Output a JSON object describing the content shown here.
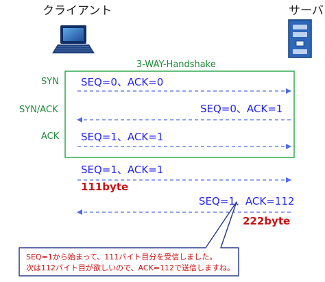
{
  "nodes": {
    "client": "クライアント",
    "server": "サーバ"
  },
  "handshake_title": "3-WAY-Handshake",
  "rows": [
    {
      "label": "SYN",
      "text": "SEQ=0、ACK=0",
      "direction": "right"
    },
    {
      "label": "SYN/ACK",
      "text": "SEQ=0、ACK=1",
      "direction": "left"
    },
    {
      "label": "ACK",
      "text": "SEQ=1、ACK=1",
      "direction": "right"
    },
    {
      "label": "",
      "text": "SEQ=1、ACK=1",
      "direction": "right",
      "bytes": "111byte"
    },
    {
      "label": "",
      "text": "SEQ=1、ACK=112",
      "direction": "left",
      "bytes": "222byte"
    }
  ],
  "callout": {
    "line1": "SEQ=1から始まって、111バイト目分を受信しました。",
    "line2": "次は112バイト目が欲しいので、ACK=112で送信しますね。"
  },
  "colors": {
    "box": "#2fa84f",
    "arrow": "#4f6de0",
    "seq": "#2222ee",
    "bytes": "#cc1111",
    "callout_border": "#2c3e8c"
  }
}
